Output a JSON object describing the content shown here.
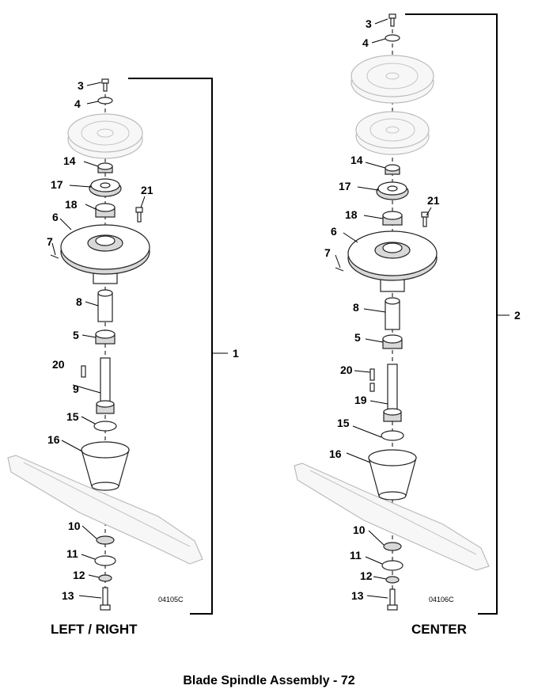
{
  "left_assembly": {
    "caption": "LEFT / RIGHT",
    "figure_code": "04105C",
    "assembly_callout": "1",
    "callouts": [
      "3",
      "4",
      "14",
      "17",
      "18",
      "21",
      "6",
      "7",
      "8",
      "5",
      "20",
      "9",
      "15",
      "16",
      "10",
      "11",
      "12",
      "13"
    ]
  },
  "center_assembly": {
    "caption": "CENTER",
    "figure_code": "04106C",
    "assembly_callout": "2",
    "callouts": [
      "3",
      "4",
      "14",
      "17",
      "21",
      "18",
      "6",
      "7",
      "8",
      "5",
      "20",
      "19",
      "15",
      "16",
      "10",
      "11",
      "12",
      "13"
    ]
  },
  "page_title": "Blade Spindle Assembly - 72"
}
